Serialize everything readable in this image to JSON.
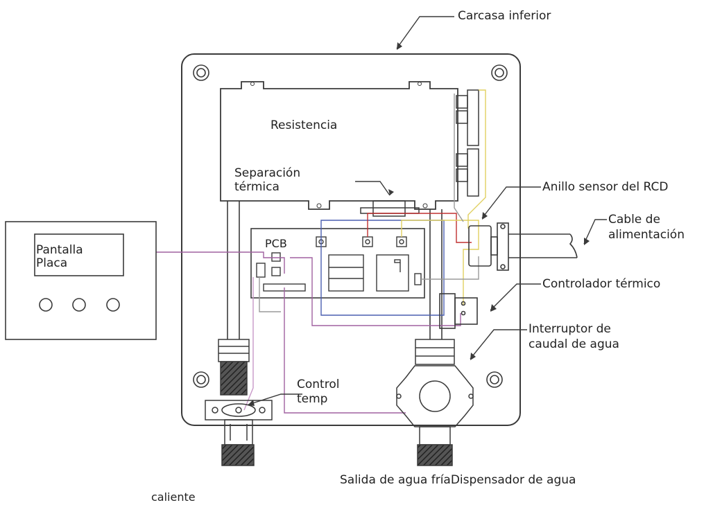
{
  "labels": {
    "lower_housing": "Carcasa inferior",
    "heater": "Resistencia",
    "thermal_separation_1": "Separación",
    "thermal_separation_2": "térmica",
    "pcb": "PCB",
    "rcd_ring": "Anillo sensor del RCD",
    "power_cable_1": "Cable de",
    "power_cable_2": "alimentación",
    "thermal_controller": "Controlador térmico",
    "flow_switch_1": "Interruptor de",
    "flow_switch_2": "caudal de agua",
    "temp_control_1": "Control",
    "temp_control_2": "temp",
    "display_1": "Pantalla",
    "display_2": "Placa",
    "outlet_bottom": "Salida de agua fríaDispensador de agua",
    "hot": "caliente"
  },
  "colors": {
    "outline": "#3a3a3a",
    "wire_purple": "#a060a0",
    "wire_blue": "#4a5fb0",
    "wire_red": "#c03030",
    "wire_yellow": "#e0d060",
    "wire_gray": "#9a9a9a",
    "thread_dark": "#3a3a3a"
  }
}
